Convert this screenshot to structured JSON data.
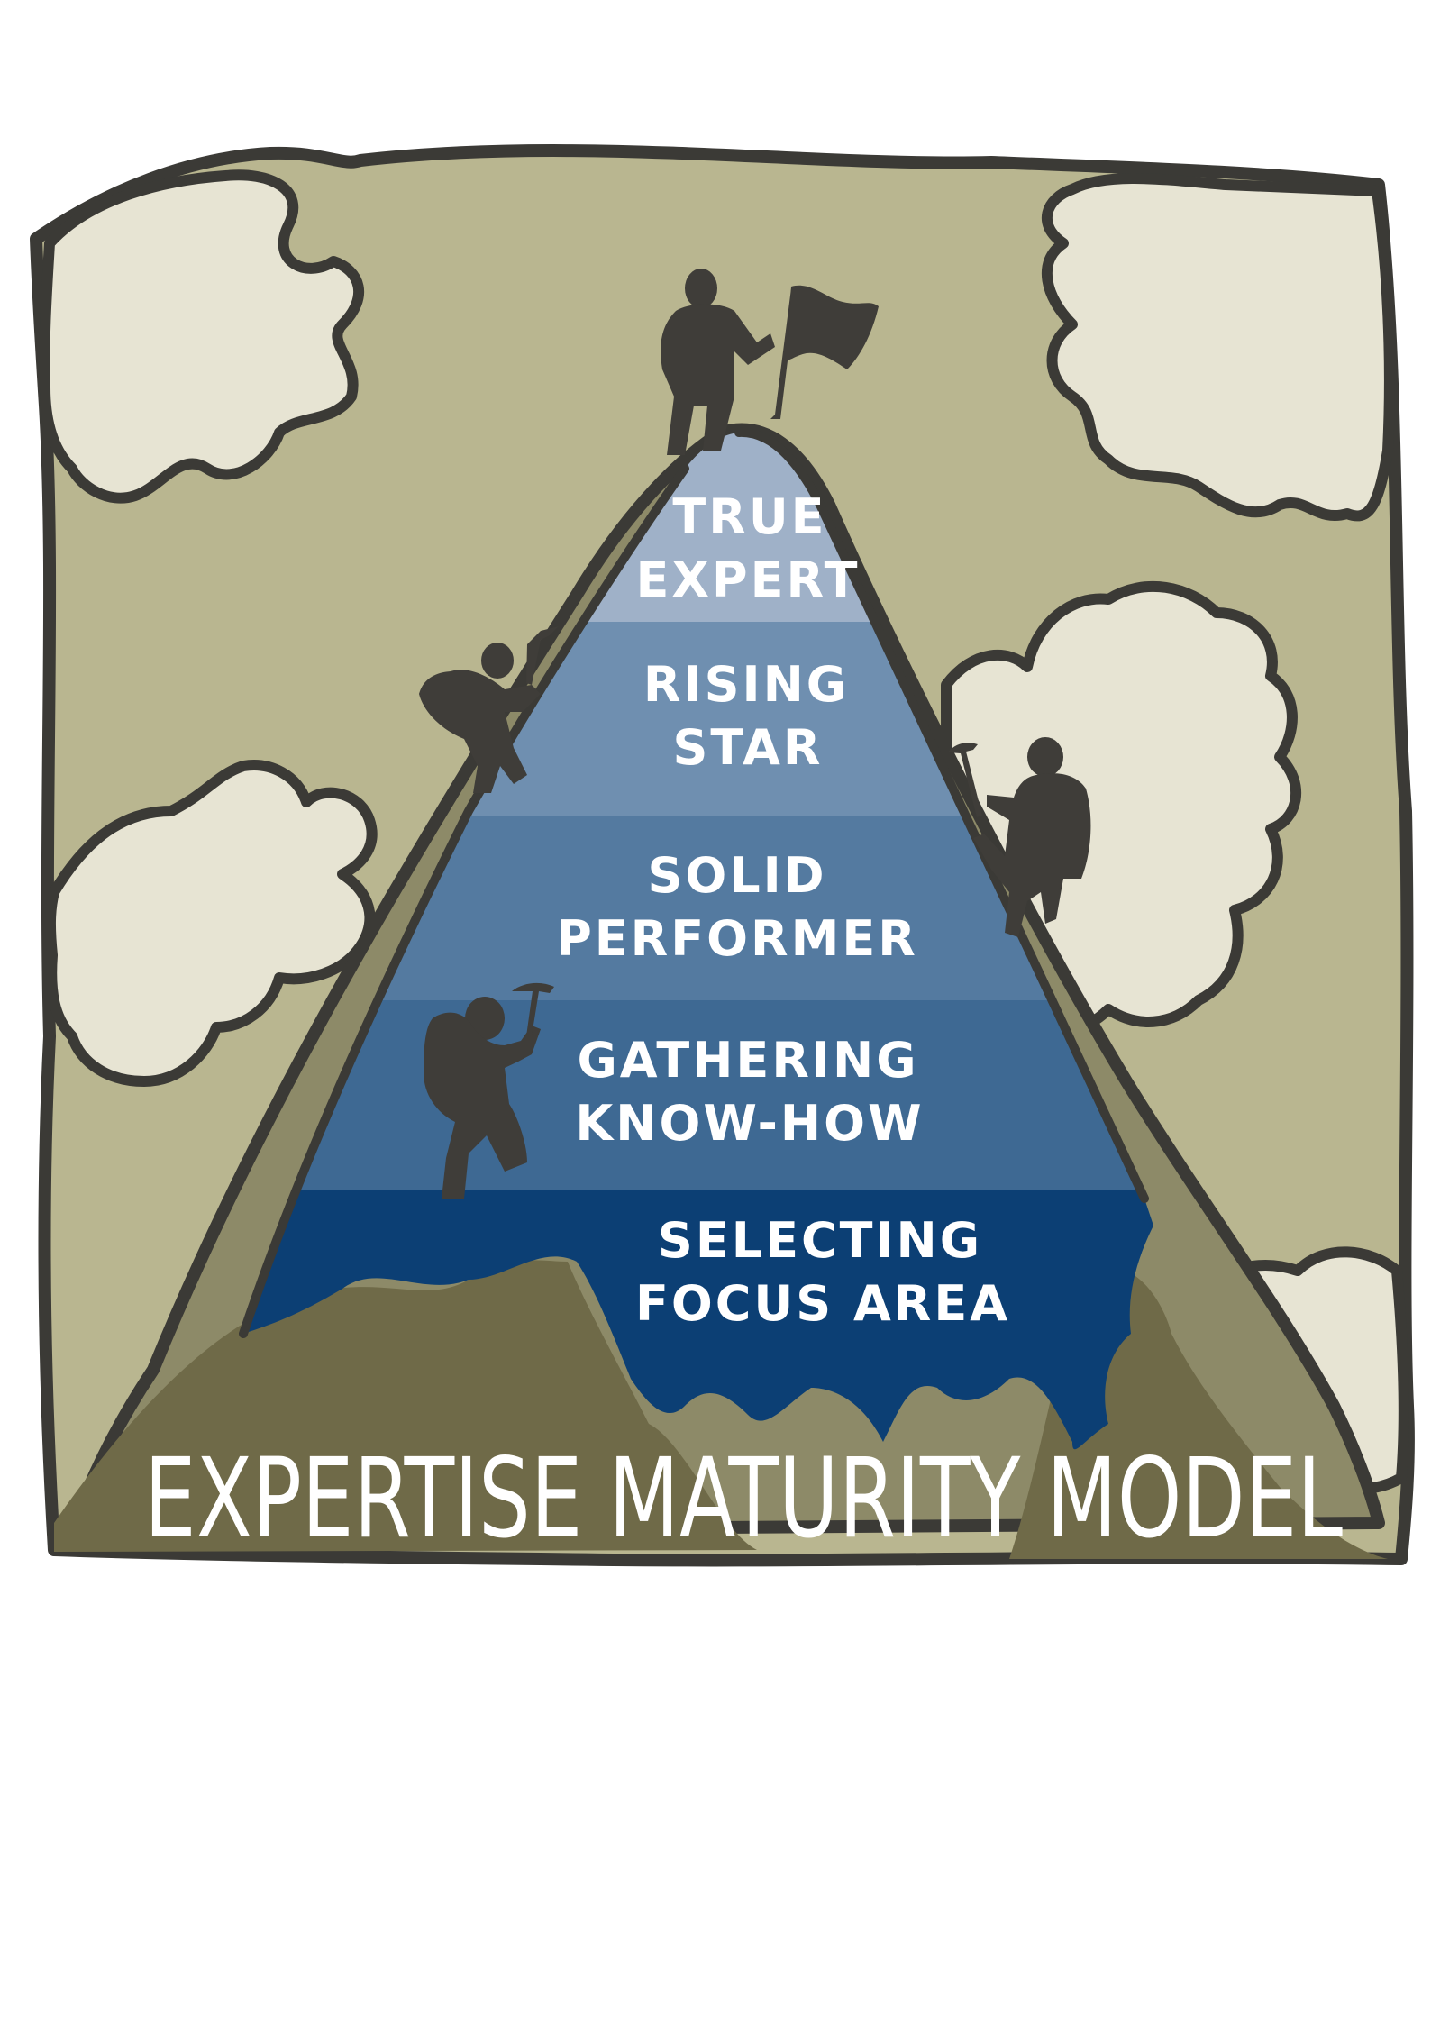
{
  "title": "EXPERTISE MATURITY MODEL",
  "tiers": [
    {
      "lines": [
        "TRUE",
        "EXPERT"
      ],
      "color": "#9fb1c8"
    },
    {
      "lines": [
        "RISING",
        "STAR"
      ],
      "color": "#6f8fb0"
    },
    {
      "lines": [
        "SOLID",
        "PERFORMER"
      ],
      "color": "#547aa0"
    },
    {
      "lines": [
        "GATHERING",
        "KNOW-HOW"
      ],
      "color": "#3e6993"
    },
    {
      "lines": [
        "SELECTING",
        "FOCUS AREA"
      ],
      "color": "#0c3f74"
    }
  ],
  "colors": {
    "background_map": "#b9b690",
    "clouds": "#e7e4d3",
    "outline": "#3b3a36",
    "ground": "#6f6a48",
    "climber": "#3f3d39"
  },
  "icons": [
    "climber-with-flag-icon",
    "climber-with-ice-axe-icon",
    "flag-icon"
  ]
}
